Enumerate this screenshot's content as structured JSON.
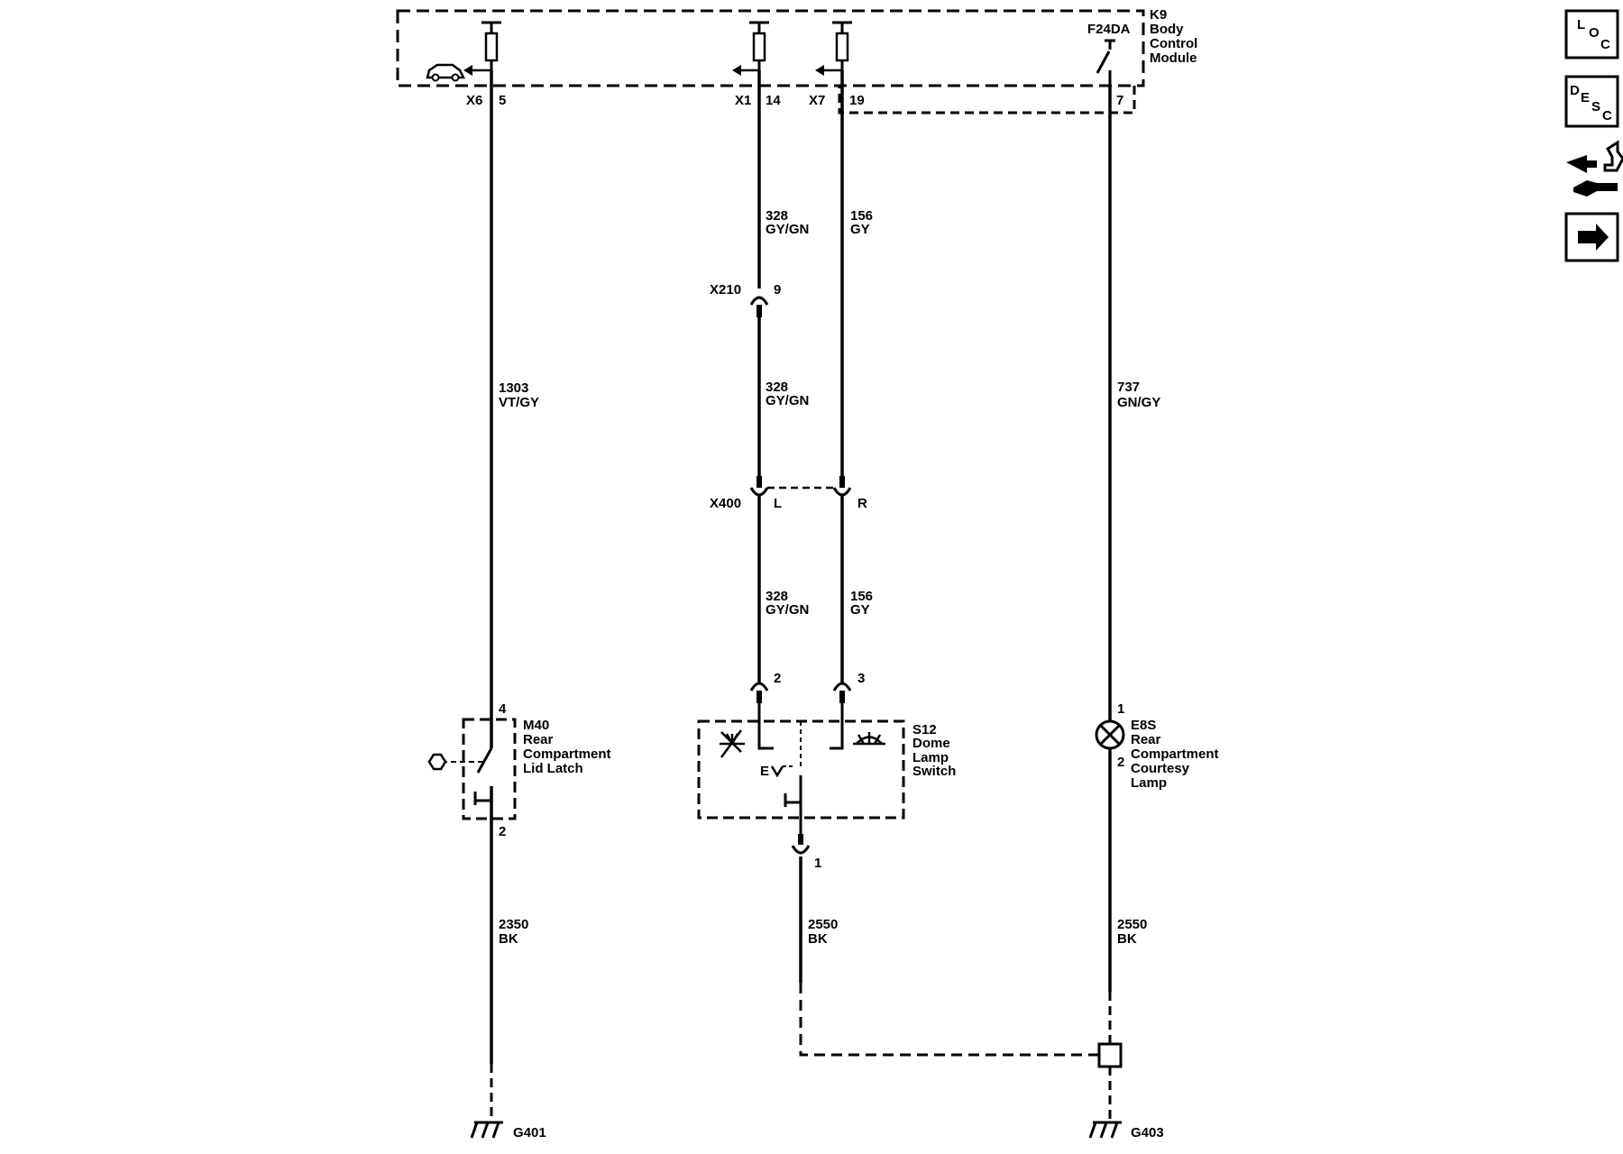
{
  "module": {
    "id": "K9",
    "name_lines": [
      "Body",
      "Control",
      "Module"
    ],
    "fuse_label": "F24DA"
  },
  "nav": [
    {
      "name": "loc-button",
      "glyph": "LOC"
    },
    {
      "name": "desc-button",
      "glyph": "DESC"
    },
    {
      "name": "connector-view-button",
      "icon": "connector-wrench-icon"
    },
    {
      "name": "next-page-button",
      "icon": "right-arrow-icon"
    }
  ],
  "loc_glyph": {
    "l": "L",
    "o": "O",
    "c": "C"
  },
  "desc_glyph": {
    "d": "D",
    "e": "E",
    "s": "S",
    "c": "C"
  },
  "pins_top": {
    "x6": "X6",
    "x6_pin": "5",
    "x1": "X1",
    "x1_pin": "14",
    "x7": "X7",
    "x7_pin": "19",
    "fuse_pin": "7"
  },
  "wires": {
    "w1303": {
      "circuit": "1303",
      "color": "VT/GY"
    },
    "w328a": {
      "circuit": "328",
      "color": "GY/GN"
    },
    "w328b": {
      "circuit": "328",
      "color": "GY/GN"
    },
    "w328c": {
      "circuit": "328",
      "color": "GY/GN"
    },
    "w156a": {
      "circuit": "156",
      "color": "GY"
    },
    "w156b": {
      "circuit": "156",
      "color": "GY"
    },
    "w737": {
      "circuit": "737",
      "color": "GN/GY"
    },
    "w2350": {
      "circuit": "2350",
      "color": "BK"
    },
    "w2550a": {
      "circuit": "2550",
      "color": "BK"
    },
    "w2550b": {
      "circuit": "2550",
      "color": "BK"
    }
  },
  "connectors": {
    "x210": {
      "id": "X210",
      "pin": "9"
    },
    "x400": {
      "id": "X400",
      "pin_l": "L",
      "pin_r": "R"
    },
    "s12_pin_2": "2",
    "s12_pin_3": "3",
    "s12_pin_1": "1"
  },
  "components": {
    "m40": {
      "id": "M40",
      "lines": [
        "Rear",
        "Compartment",
        "Lid Latch"
      ],
      "pin_top": "4",
      "pin_bottom": "2"
    },
    "s12": {
      "id": "S12",
      "lines": [
        "Dome",
        "Lamp",
        "Switch"
      ]
    },
    "e8s": {
      "id": "E8S",
      "lines": [
        "Rear",
        "Compartment",
        "Courtesy",
        "Lamp"
      ],
      "pin_top": "1",
      "pin_bottom": "2"
    }
  },
  "grounds": {
    "g401": "G401",
    "g403": "G403"
  }
}
